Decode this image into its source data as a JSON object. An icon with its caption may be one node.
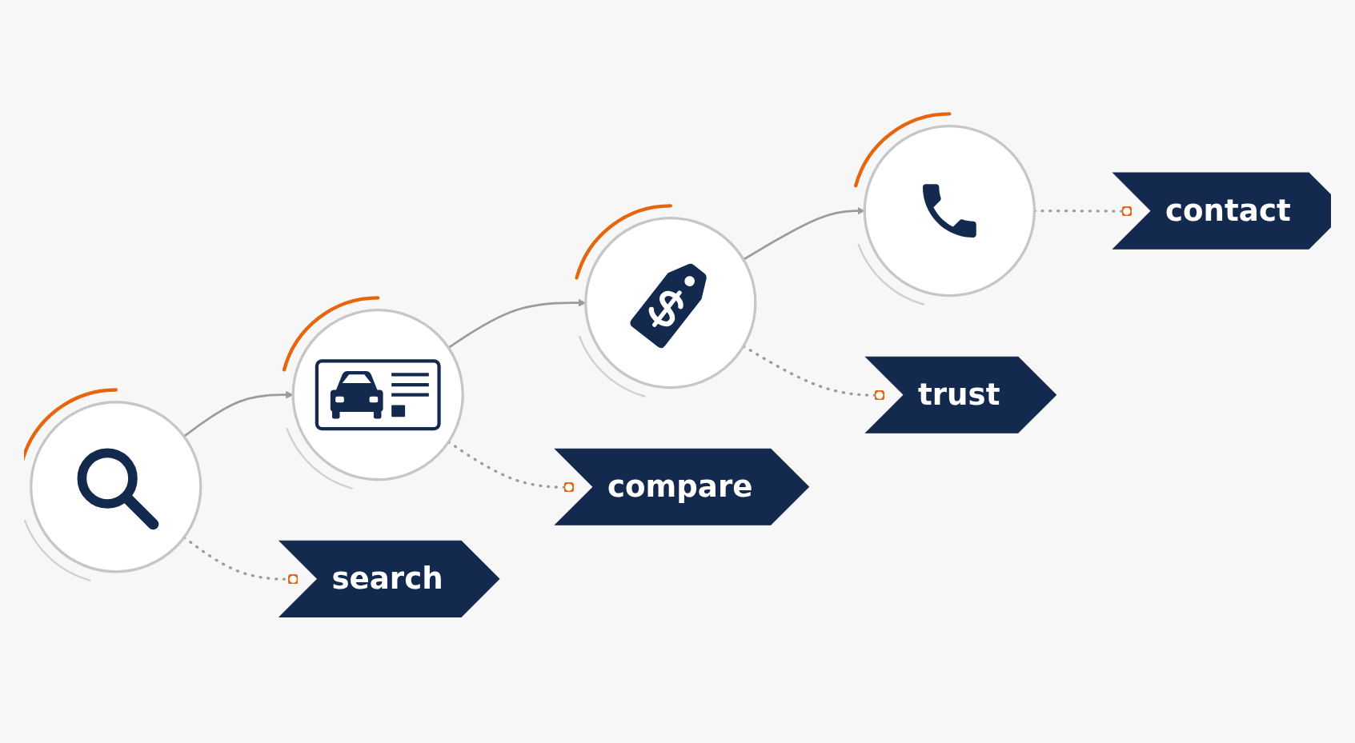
{
  "diagram": {
    "nodes": [
      {
        "text": [],
        "shape": "circle"
      },
      {
        "text": [],
        "shape": "circle"
      },
      {
        "text": [],
        "shape": "circle"
      },
      {
        "text": [],
        "shape": "circle"
      },
      {
        "text": [
          "search"
        ]
      },
      {
        "text": [
          "compare"
        ]
      },
      {
        "text": [
          "trust"
        ]
      },
      {
        "text": [
          "contact"
        ]
      }
    ],
    "edges": [
      {
        "from": 0,
        "to": 1,
        "arrow": "to"
      },
      {
        "from": 1,
        "to": 2,
        "arrow": "to"
      },
      {
        "from": 2,
        "to": 3,
        "arrow": "to"
      },
      {
        "from": 0,
        "to": 4,
        "arrow": "other",
        "style": "dashed"
      },
      {
        "from": 1,
        "to": 5,
        "arrow": "other",
        "style": "dashed"
      },
      {
        "from": 2,
        "to": 6,
        "arrow": "other",
        "style": "dashed"
      },
      {
        "from": 3,
        "to": 7,
        "arrow": "other",
        "style": "dashed"
      }
    ]
  }
}
